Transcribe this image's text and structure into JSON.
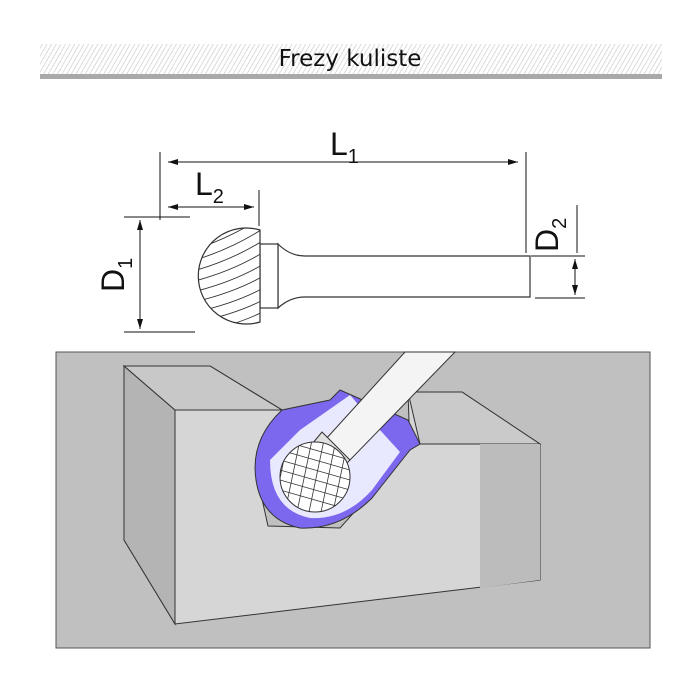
{
  "header": {
    "title": "Frezy kuliste"
  },
  "dimensions": {
    "L1": {
      "main": "L",
      "sub": "1"
    },
    "L2": {
      "main": "L",
      "sub": "2"
    },
    "D1": {
      "main": "D",
      "sub": "1"
    },
    "D2": {
      "main": "D",
      "sub": "2"
    }
  },
  "colors": {
    "cut_surface": "#7b68ee",
    "panel": "#c0c0c0"
  }
}
